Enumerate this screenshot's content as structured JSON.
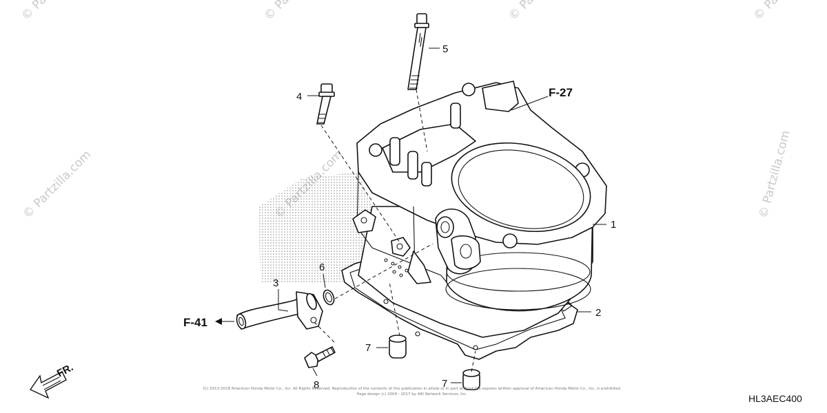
{
  "watermark_text": "© Partzilla.com",
  "callouts": {
    "c1": "1",
    "c2": "2",
    "c3": "3",
    "c4": "4",
    "c5": "5",
    "c6": "6",
    "c7a": "7",
    "c7b": "7",
    "c8": "8"
  },
  "references": {
    "upper": "F-27",
    "left": "F-41"
  },
  "front_label": "FR.",
  "diagram_code": "HL3AEC400",
  "copyright_line1": "(C) 2013-2018 American Honda Motor Co., Inc. All Rights Reserved. Reproduction of the contents of this publication in whole or in part without the express written approval of American Honda Motor Co., Inc. is prohibited.",
  "copyright_line2": "Page design (c) 2004 - 2017 by ARI Network Services, Inc.",
  "colors": {
    "line": "#111111",
    "watermark": "#c9c9c9",
    "background": "#ffffff"
  }
}
